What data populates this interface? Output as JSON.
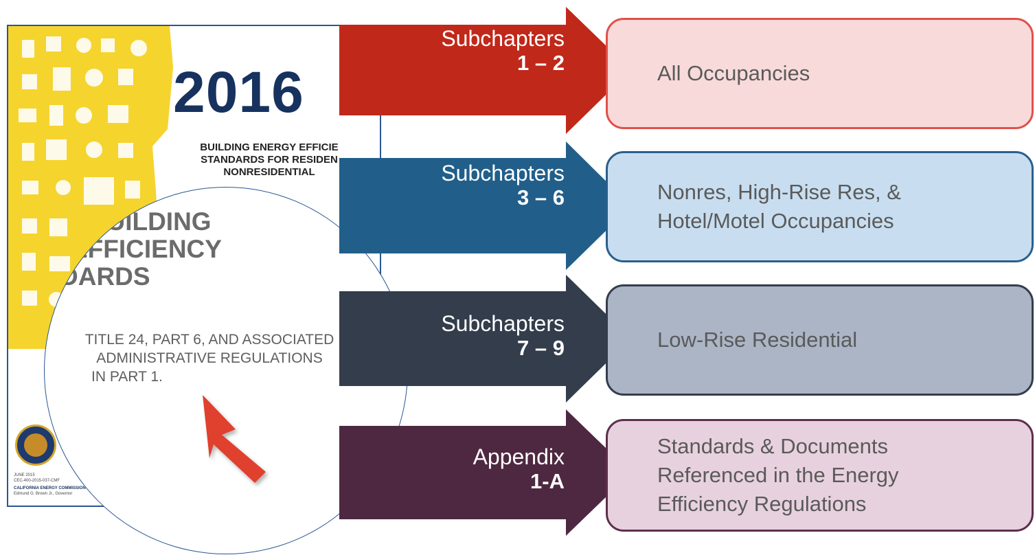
{
  "cover": {
    "year": "2016",
    "headline_lines": [
      "BUILDING ENERGY EFFICIE",
      "STANDARDS FOR RESIDEN",
      "NONRESIDENTIAL"
    ],
    "footer_lines": [
      "JUNE 2015",
      "CEC-400-2015-037-CMF",
      "CALIFORNIA ENERGY COMMISSION",
      "Edmund G. Brown Jr., Governor"
    ]
  },
  "magnifier": {
    "title_lines": [
      "BUILDING",
      "EFFICIENCY",
      "DARDS"
    ],
    "title_prefix": "'S",
    "subtitle_lines": [
      "TITLE 24, PART 6, AND ASSOCIATED",
      "ADMINISTRATIVE REGULATIONS",
      "IN PART 1."
    ]
  },
  "rows": [
    {
      "label": "Subchapters",
      "number": "1 – 2",
      "box_lines": [
        "All Occupancies"
      ],
      "arrow_color": "#c0281a",
      "box_fill": "#f8dada",
      "box_border": "#e0504a"
    },
    {
      "label": "Subchapters",
      "number": "3 – 6",
      "box_lines": [
        "Nonres, High-Rise Res, &",
        "Hotel/Motel Occupancies"
      ],
      "arrow_color": "#215f8a",
      "box_fill": "#c8def0",
      "box_border": "#2a5f8c"
    },
    {
      "label": "Subchapters",
      "number": "7 – 9",
      "box_lines": [
        "Low-Rise Residential"
      ],
      "arrow_color": "#333d4c",
      "box_fill": "#abb5c6",
      "box_border": "#333d4c"
    },
    {
      "label": "Appendix",
      "number": "1-A",
      "box_lines": [
        "Standards & Documents",
        "Referenced in the Energy",
        "Efficiency Regulations"
      ],
      "arrow_color": "#4e2840",
      "box_fill": "#e8d1df",
      "box_border": "#5c2f4c"
    }
  ]
}
